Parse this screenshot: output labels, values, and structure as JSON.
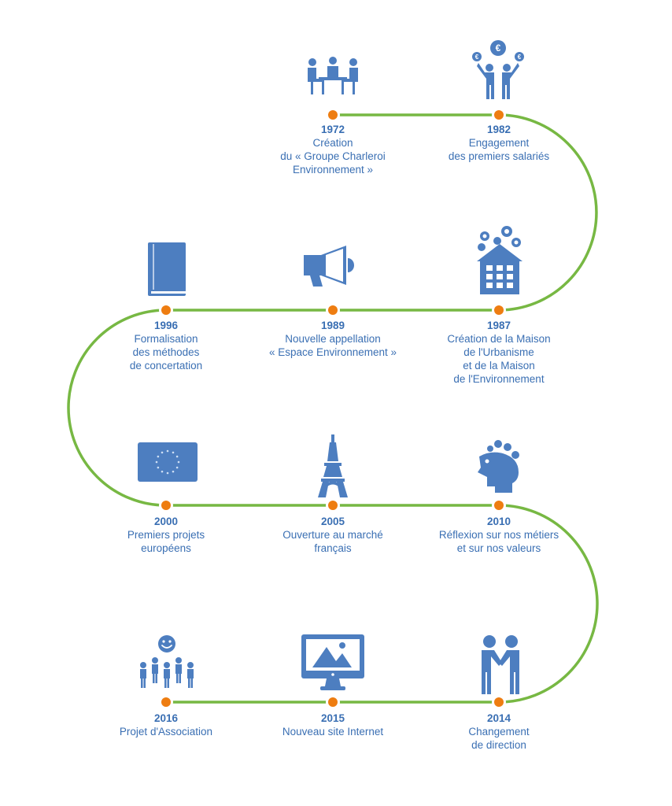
{
  "colors": {
    "path": "#77b843",
    "dot": "#ee7d11",
    "icon": "#4d7ec0",
    "text": "#3a6fb3"
  },
  "milestones": [
    {
      "id": "m1972",
      "year": "1972",
      "lines": [
        "Création",
        "du « Groupe Charleroi",
        "Environnement »"
      ],
      "icon": "meeting-icon"
    },
    {
      "id": "m1982",
      "year": "1982",
      "lines": [
        "Engagement",
        "des premiers salariés"
      ],
      "icon": "employees-euro-icon"
    },
    {
      "id": "m1987",
      "year": "1987",
      "lines": [
        "Création de la Maison",
        "de l'Urbanisme",
        "et de la Maison",
        "de l'Environnement"
      ],
      "icon": "house-gears-icon"
    },
    {
      "id": "m1989",
      "year": "1989",
      "lines": [
        "Nouvelle appellation",
        "« Espace Environnement »"
      ],
      "icon": "megaphone-icon"
    },
    {
      "id": "m1996",
      "year": "1996",
      "lines": [
        "Formalisation",
        "des méthodes",
        "de concertation"
      ],
      "icon": "book-icon"
    },
    {
      "id": "m2000",
      "year": "2000",
      "lines": [
        "Premiers projets",
        "européens"
      ],
      "icon": "eu-flag-icon"
    },
    {
      "id": "m2005",
      "year": "2005",
      "lines": [
        "Ouverture au marché",
        "français"
      ],
      "icon": "eiffel-tower-icon"
    },
    {
      "id": "m2010",
      "year": "2010",
      "lines": [
        "Réflexion sur nos métiers",
        "et sur nos valeurs"
      ],
      "icon": "head-gears-icon"
    },
    {
      "id": "m2014",
      "year": "2014",
      "lines": [
        "Changement",
        "de direction"
      ],
      "icon": "handshake-icon"
    },
    {
      "id": "m2015",
      "year": "2015",
      "lines": [
        "Nouveau site Internet"
      ],
      "icon": "monitor-icon"
    },
    {
      "id": "m2016",
      "year": "2016",
      "lines": [
        "Projet d'Association"
      ],
      "icon": "group-smiley-icon"
    }
  ]
}
